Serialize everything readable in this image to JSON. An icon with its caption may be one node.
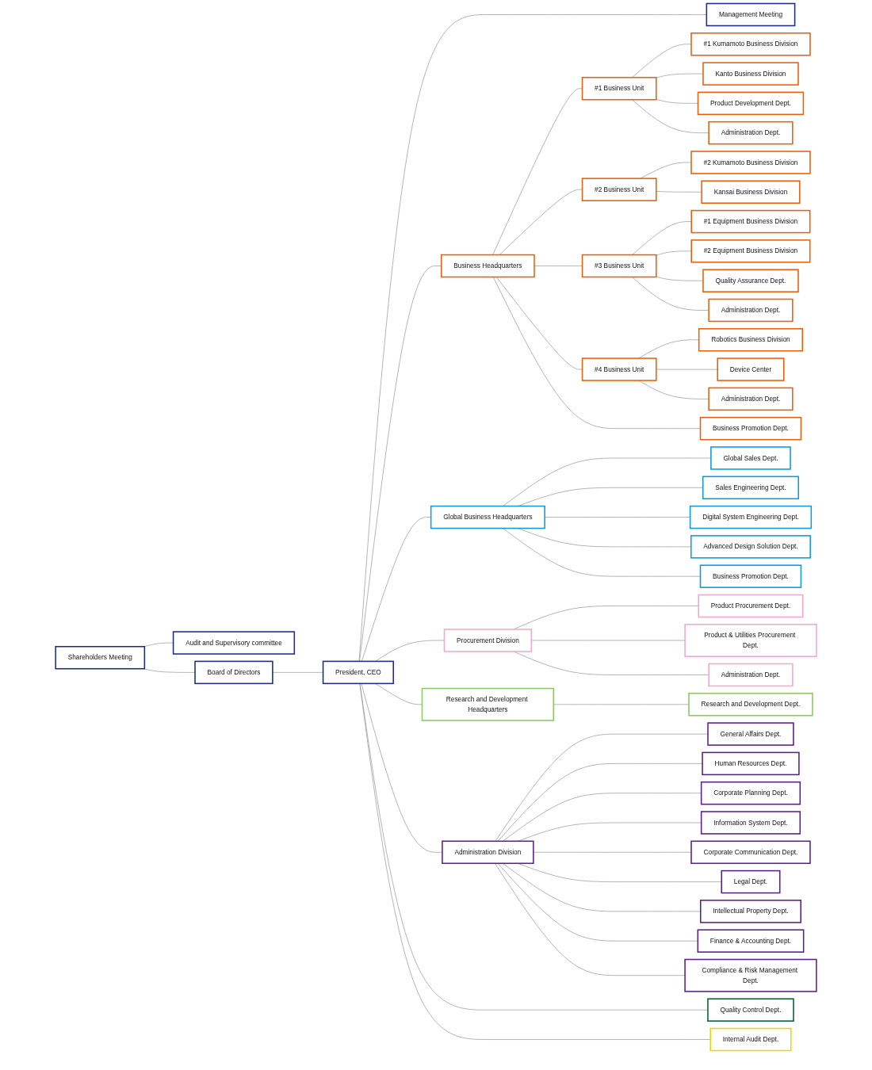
{
  "diagram": {
    "nodes": [
      {
        "text": [
          "Shareholders Meeting"
        ]
      },
      {
        "text": [
          "Audit and Supervisory committee"
        ]
      },
      {
        "text": [
          "Board of Directors"
        ]
      },
      {
        "text": [
          "President, CEO"
        ]
      },
      {
        "text": [
          "Management Meeting"
        ]
      },
      {
        "text": [
          "Business Headquarters"
        ]
      },
      {
        "text": [
          "#1 Business Unit"
        ]
      },
      {
        "text": [
          "#1 Kumamoto Business Division"
        ]
      },
      {
        "text": [
          "Kanto Business Division"
        ]
      },
      {
        "text": [
          "Product Development Dept."
        ]
      },
      {
        "text": [
          "Administration Dept."
        ]
      },
      {
        "text": [
          "#2 Business Unit"
        ]
      },
      {
        "text": [
          "#2 Kumamoto Business Division"
        ]
      },
      {
        "text": [
          "Kansai Business Division"
        ]
      },
      {
        "text": [
          "#3 Business Unit"
        ]
      },
      {
        "text": [
          "#1 Equipment Business Division"
        ]
      },
      {
        "text": [
          "#2 Equipment Business Division"
        ]
      },
      {
        "text": [
          "Quality Assurance Dept."
        ]
      },
      {
        "text": [
          "Administration Dept."
        ]
      },
      {
        "text": [
          "#4 Business Unit"
        ]
      },
      {
        "text": [
          "Robotics Business Division"
        ]
      },
      {
        "text": [
          "Device Center"
        ]
      },
      {
        "text": [
          "Administration Dept."
        ]
      },
      {
        "text": [
          "Business Promotion Dept."
        ]
      },
      {
        "text": [
          "Global Business Headquarters"
        ]
      },
      {
        "text": [
          "Global Sales Dept."
        ]
      },
      {
        "text": [
          "Sales Engineering Dept."
        ]
      },
      {
        "text": [
          "Digital System Engineering Dept."
        ]
      },
      {
        "text": [
          "Advanced Design Solution Dept."
        ]
      },
      {
        "text": [
          "Business Promotion Dept."
        ]
      },
      {
        "text": [
          "Procurement Division"
        ]
      },
      {
        "text": [
          "Product Procurement Dept."
        ]
      },
      {
        "text": [
          "Product & Utilities Procurement Dept."
        ]
      },
      {
        "text": [
          "Administration Dept."
        ]
      },
      {
        "text": [
          "Research and Development Headquarters"
        ]
      },
      {
        "text": [
          "Research and Development Dept."
        ]
      },
      {
        "text": [
          "Administration Division"
        ]
      },
      {
        "text": [
          "General Affairs Dept."
        ]
      },
      {
        "text": [
          "Human Resources Dept."
        ]
      },
      {
        "text": [
          "Corporate Planning Dept."
        ]
      },
      {
        "text": [
          "Information System Dept."
        ]
      },
      {
        "text": [
          "Corporate Communication Dept."
        ]
      },
      {
        "text": [
          "Legal Dept."
        ]
      },
      {
        "text": [
          "Intellectual Property Dept."
        ]
      },
      {
        "text": [
          "Finance & Accounting Dept."
        ]
      },
      {
        "text": [
          "Compliance & Risk Management Dept."
        ]
      },
      {
        "text": [
          "Quality Control Dept."
        ]
      },
      {
        "text": [
          "Internal Audit Dept."
        ]
      }
    ],
    "edges": [
      {
        "from": 0,
        "to": 1,
        "arrow": "none"
      },
      {
        "from": 0,
        "to": 2,
        "arrow": "none"
      },
      {
        "from": 2,
        "to": 3,
        "arrow": "none"
      },
      {
        "from": 3,
        "to": 4,
        "arrow": "none"
      },
      {
        "from": 3,
        "to": 5,
        "arrow": "none"
      },
      {
        "from": 5,
        "to": 6,
        "arrow": "none"
      },
      {
        "from": 6,
        "to": 7,
        "arrow": "none"
      },
      {
        "from": 6,
        "to": 8,
        "arrow": "none"
      },
      {
        "from": 6,
        "to": 9,
        "arrow": "none"
      },
      {
        "from": 6,
        "to": 10,
        "arrow": "none"
      },
      {
        "from": 5,
        "to": 11,
        "arrow": "none"
      },
      {
        "from": 11,
        "to": 12,
        "arrow": "none"
      },
      {
        "from": 11,
        "to": 13,
        "arrow": "none"
      },
      {
        "from": 5,
        "to": 14,
        "arrow": "none"
      },
      {
        "from": 14,
        "to": 15,
        "arrow": "none"
      },
      {
        "from": 14,
        "to": 16,
        "arrow": "none"
      },
      {
        "from": 14,
        "to": 17,
        "arrow": "none"
      },
      {
        "from": 14,
        "to": 18,
        "arrow": "none"
      },
      {
        "from": 5,
        "to": 19,
        "arrow": "none"
      },
      {
        "from": 19,
        "to": 20,
        "arrow": "none"
      },
      {
        "from": 19,
        "to": 21,
        "arrow": "none"
      },
      {
        "from": 19,
        "to": 22,
        "arrow": "none"
      },
      {
        "from": 5,
        "to": 23,
        "arrow": "none"
      },
      {
        "from": 3,
        "to": 24,
        "arrow": "none"
      },
      {
        "from": 24,
        "to": 25,
        "arrow": "none"
      },
      {
        "from": 24,
        "to": 26,
        "arrow": "none"
      },
      {
        "from": 24,
        "to": 27,
        "arrow": "none"
      },
      {
        "from": 24,
        "to": 28,
        "arrow": "none"
      },
      {
        "from": 24,
        "to": 29,
        "arrow": "none"
      },
      {
        "from": 3,
        "to": 30,
        "arrow": "none"
      },
      {
        "from": 30,
        "to": 31,
        "arrow": "none"
      },
      {
        "from": 30,
        "to": 32,
        "arrow": "none"
      },
      {
        "from": 30,
        "to": 33,
        "arrow": "none"
      },
      {
        "from": 3,
        "to": 34,
        "arrow": "none"
      },
      {
        "from": 34,
        "to": 35,
        "arrow": "none"
      },
      {
        "from": 3,
        "to": 36,
        "arrow": "none"
      },
      {
        "from": 36,
        "to": 37,
        "arrow": "none"
      },
      {
        "from": 36,
        "to": 38,
        "arrow": "none"
      },
      {
        "from": 36,
        "to": 39,
        "arrow": "none"
      },
      {
        "from": 36,
        "to": 40,
        "arrow": "none"
      },
      {
        "from": 36,
        "to": 41,
        "arrow": "none"
      },
      {
        "from": 36,
        "to": 42,
        "arrow": "none"
      },
      {
        "from": 36,
        "to": 43,
        "arrow": "none"
      },
      {
        "from": 36,
        "to": 44,
        "arrow": "none"
      },
      {
        "from": 36,
        "to": 45,
        "arrow": "none"
      },
      {
        "from": 3,
        "to": 46,
        "arrow": "none"
      },
      {
        "from": 3,
        "to": 47,
        "arrow": "none"
      }
    ]
  }
}
